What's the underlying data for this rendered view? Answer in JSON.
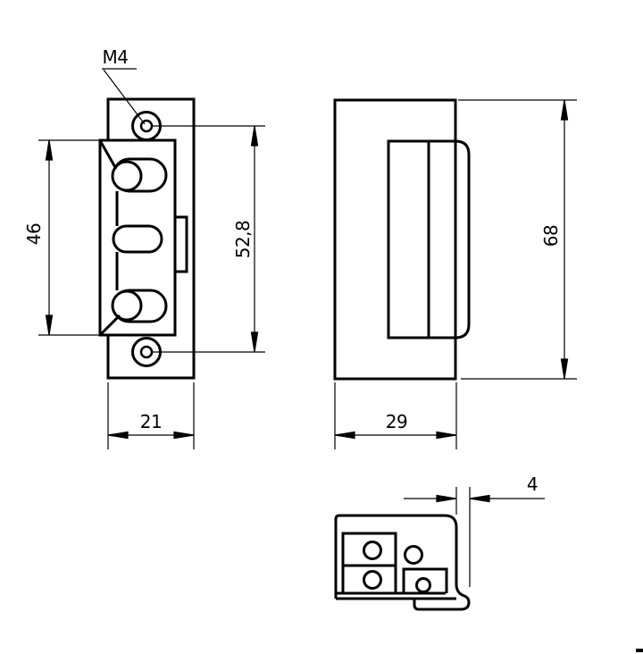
{
  "colors": {
    "ink": "#000000",
    "paper": "#ffffff"
  },
  "drawing": {
    "front_view": {
      "thread_callout": "M4",
      "latch_height_mm": "46",
      "hole_spacing_mm": "52,8",
      "faceplate_width_mm": "21"
    },
    "side_view": {
      "overall_height_mm": "68",
      "body_width_mm": "29"
    },
    "bottom_view": {
      "lip_offset_mm": "4"
    }
  }
}
